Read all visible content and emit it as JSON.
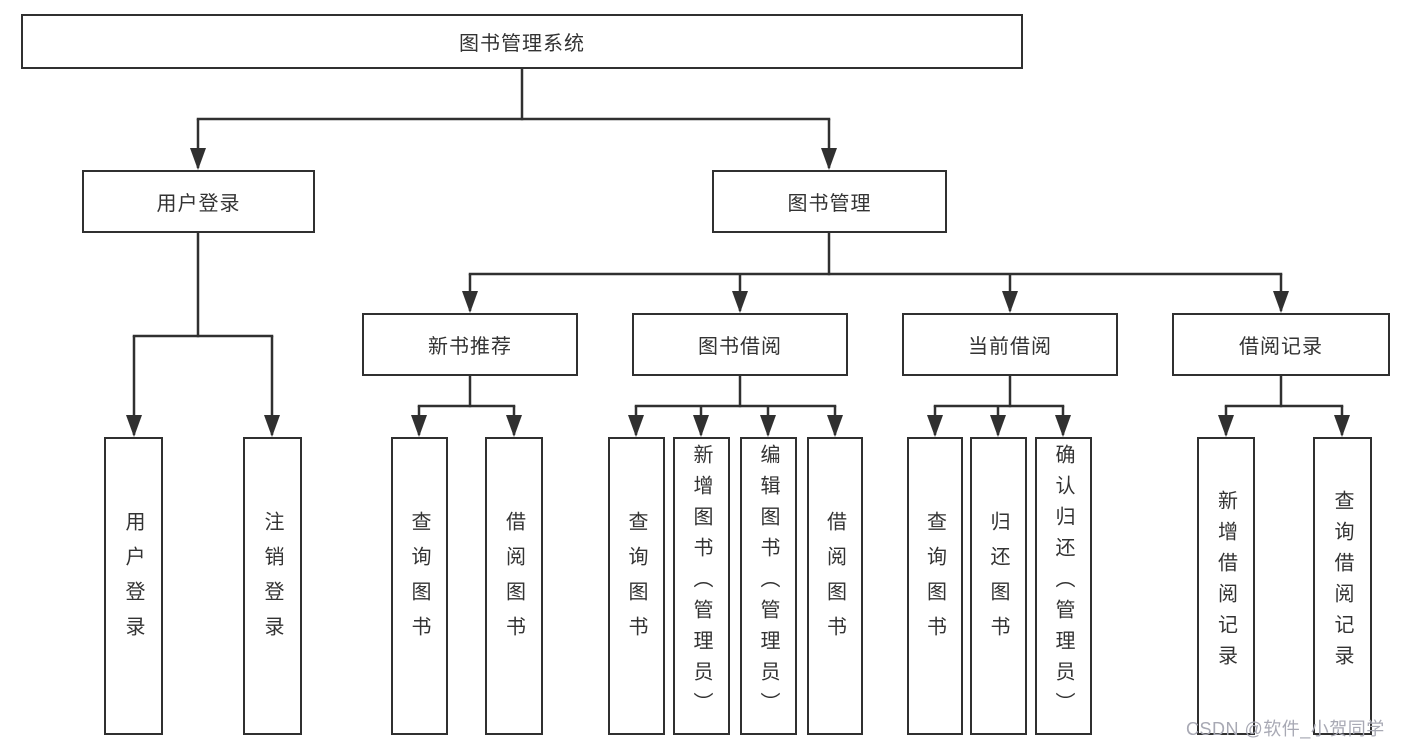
{
  "tree": {
    "root": {
      "label": "图书管理系统"
    },
    "children": [
      {
        "label": "用户登录",
        "children": [
          {
            "label": "用户登录"
          },
          {
            "label": "注销登录"
          }
        ]
      },
      {
        "label": "图书管理",
        "children": [
          {
            "label": "新书推荐",
            "children": [
              {
                "label": "查询图书"
              },
              {
                "label": "借阅图书"
              }
            ]
          },
          {
            "label": "图书借阅",
            "children": [
              {
                "label": "查询图书"
              },
              {
                "label": "新增图书（管理员）"
              },
              {
                "label": "编辑图书（管理员）"
              },
              {
                "label": "借阅图书"
              }
            ]
          },
          {
            "label": "当前借阅",
            "children": [
              {
                "label": "查询图书"
              },
              {
                "label": "归还图书"
              },
              {
                "label": "确认归还（管理员）"
              }
            ]
          },
          {
            "label": "借阅记录",
            "children": [
              {
                "label": "新增借阅记录"
              },
              {
                "label": "查询借阅记录"
              }
            ]
          }
        ]
      }
    ]
  },
  "watermark": {
    "text": "CSDN @软件_小贺同学"
  },
  "colors": {
    "line": "#303030",
    "text": "#333333",
    "watermark": "#a8a9b4",
    "background": "#ffffff"
  }
}
